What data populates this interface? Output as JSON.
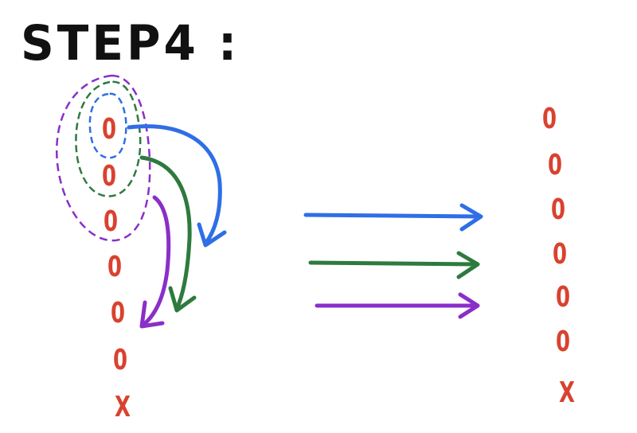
{
  "title": "STEP4 :",
  "colors": {
    "symbol": "#d9422f",
    "blue": "#2f6ee6",
    "green": "#2e7a3e",
    "purple": "#8a2fc9",
    "title": "#111111"
  },
  "left_stack": [
    "0",
    "0",
    "0",
    "0",
    "0",
    "0",
    "X"
  ],
  "right_stack": [
    "0",
    "0",
    "0",
    "0",
    "0",
    "0",
    "X"
  ],
  "arrows": [
    "blue",
    "green",
    "purple"
  ]
}
